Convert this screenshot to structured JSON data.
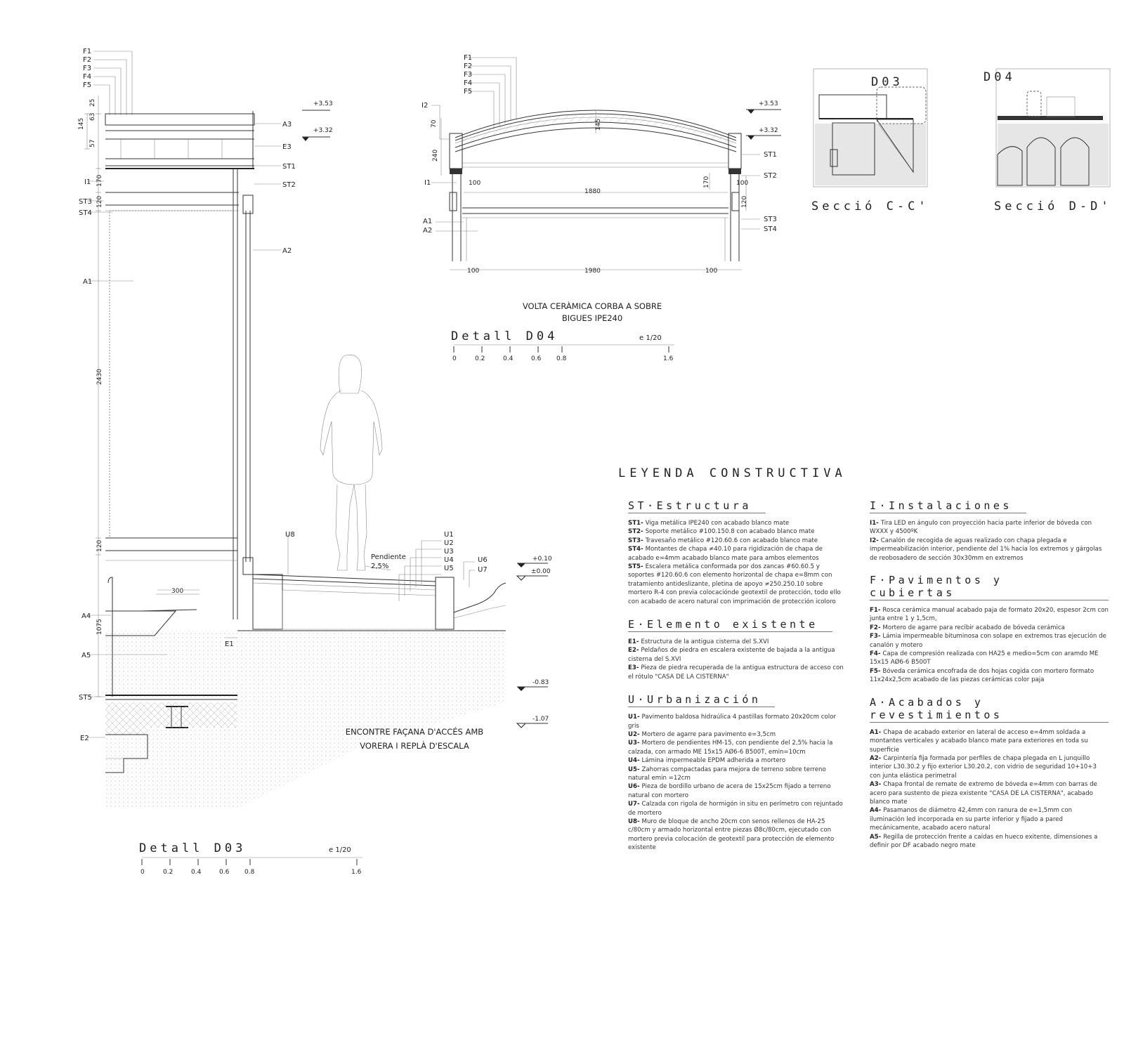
{
  "detail_d04": {
    "title": "Detall D04",
    "scale": "e 1/20",
    "caption_1": "VOLTA CERÀMICA CORBA A SOBRE",
    "caption_2": "BIGUES IPE240",
    "labels_left": [
      "F1",
      "F2",
      "F3",
      "F4",
      "F5"
    ],
    "label_i2": "I2",
    "label_i1": "I1",
    "label_a1": "A1",
    "label_a2": "A2",
    "labels_right": [
      "ST1",
      "ST2",
      "ST3",
      "ST4"
    ],
    "level_top": "+3.53",
    "level_mid": "+3.32",
    "dims": {
      "d70": "70",
      "d240": "240",
      "d145": "145",
      "d100": "100",
      "d1880": "1880",
      "d170": "170",
      "d120": "120",
      "d1980": "1980"
    },
    "scalebar": [
      "0",
      "0.2",
      "0.4",
      "0.6",
      "0.8",
      "1.6"
    ]
  },
  "detail_d03": {
    "title": "Detall D03",
    "scale": "e 1/20",
    "caption_1": "ENCONTRE FAÇANA D'ACCÉS AMB",
    "caption_2": "VORERA I REPLÀ D'ESCALA",
    "labels_top": [
      "F1",
      "F2",
      "F3",
      "F4",
      "F5"
    ],
    "dims_left": {
      "d25": "25",
      "d63": "63",
      "d145": "145",
      "d57": "57",
      "d170": "170",
      "d120a": "120",
      "d2430": "2430",
      "d120b": "120",
      "d1075": "1075",
      "d300": "300"
    },
    "labels_left": {
      "i1": "I1",
      "st3": "ST3",
      "st4": "ST4",
      "a1": "A1",
      "a4": "A4",
      "a5": "A5",
      "st5": "ST5",
      "e2": "E2"
    },
    "labels_right": {
      "a3": "A3",
      "e3": "E3",
      "st1": "ST1",
      "st2": "ST2",
      "a2": "A2",
      "u8": "U8",
      "e1": "E1"
    },
    "labels_u": [
      "U1",
      "U2",
      "U3",
      "U4",
      "U5"
    ],
    "label_u6": "U6",
    "label_u7": "U7",
    "slope_1": "Pendiente",
    "slope_2": "2,5%",
    "levels": {
      "top": "+3.53",
      "mid": "+3.32",
      "p010": "+0.10",
      "p000": "±0.00",
      "m083": "-0.83",
      "m107": "-1.07"
    },
    "scalebar": [
      "0",
      "0.2",
      "0.4",
      "0.6",
      "0.8",
      "1.6"
    ]
  },
  "section_c": {
    "tag": "D03",
    "title": "Secció C-C'"
  },
  "section_d": {
    "tag": "D04",
    "title": "Secció D-D'"
  },
  "legend": {
    "title": "LEYENDA CONSTRUCTIVA",
    "left": [
      {
        "name": "ST·Estructura",
        "items": [
          {
            "code": "ST1-",
            "text": "Viga metálica IPE240 con acabado blanco mate"
          },
          {
            "code": "ST2-",
            "text": "Soporte metálico #100.150.8 con acabado blanco mate"
          },
          {
            "code": "ST3-",
            "text": "Travesaño metálico #120.60.6 con acabado blanco mate"
          },
          {
            "code": "ST4-",
            "text": "Montantes de chapa ≠40.10 para rigidización de chapa de acabado e=4mm acabado blanco mate para ambos elementos"
          },
          {
            "code": "ST5-",
            "text": "Escalera metálica conformada por dos zancas #60.60.5 y soportes #120.60.6 con elemento horizontal de chapa e=8mm con tratamiento antideslizante, pletina de apoyo ≠250.250.10 sobre mortero R-4 con previa colocaciónde geotextil de protección, todo ello con acabado de acero natural con imprimación de protección icoloro"
          }
        ]
      },
      {
        "name": "E·Elemento existente",
        "items": [
          {
            "code": "E1-",
            "text": "Estructura de la antigua cisterna del S.XVI"
          },
          {
            "code": "E2-",
            "text": "Peldaños de piedra en escalera existente de bajada a la antigua cisterna del S.XVI"
          },
          {
            "code": "E3-",
            "text": "Pieza de piedra recuperada de la antigua estructura de acceso con el rótulo \"CASA DE LA CISTERNA\""
          }
        ]
      },
      {
        "name": "U·Urbanización",
        "items": [
          {
            "code": "U1-",
            "text": "Pavimento baldosa hidraúlica 4 pastillas formato 20x20cm color gris"
          },
          {
            "code": "U2-",
            "text": "Mortero de agarre para pavimento e=3,5cm"
          },
          {
            "code": "U3-",
            "text": "Mortero de pendientes HM-15, con pendiente del 2,5% hacia la calzada, con armado ME 15x15 AØ6-6 B500T, emin=10cm"
          },
          {
            "code": "U4-",
            "text": "Lámina impermeable EPDM adherida a mortero"
          },
          {
            "code": "U5-",
            "text": "Zahorras compactadas para mejora de terreno sobre terreno natural emin =12cm"
          },
          {
            "code": "U6-",
            "text": "Pieza de bordillo urbano de acera de 15x25cm fijado a terreno natural con mortero"
          },
          {
            "code": "U7-",
            "text": "Calzada con rigola de hormigón in situ en perímetro con rejuntado de mortero"
          },
          {
            "code": "U8-",
            "text": "Muro de bloque de ancho 20cm con senos rellenos de HA-25 c/80cm y armado horizontal entre piezas Ø8c/80cm, ejecutado con mortero previa colocación de geotextil para protección de elemento existente"
          }
        ]
      }
    ],
    "right": [
      {
        "name": "I·Instalaciones",
        "items": [
          {
            "code": "I1-",
            "text": "Tira LED en ángulo con proyección hacia parte inferior de bóveda con WXXX y 4500ºK"
          },
          {
            "code": "I2-",
            "text": "Canalón de recogida de aguas realizado con chapa plegada e impermeabilización interior, pendiente del 1% hacia los extremos y gárgolas de reobosadero de sección 30x30mm en extremos"
          }
        ]
      },
      {
        "name": "F·Pavimentos y cubiertas",
        "items": [
          {
            "code": "F1-",
            "text": "Rosca cerámica manual acabado paja de formato 20x20, espesor 2cm con junta entre 1 y 1,5cm,"
          },
          {
            "code": "F2-",
            "text": "Mortero de agarre para recibir acabado de bóveda cerámica"
          },
          {
            "code": "F3-",
            "text": "Lámia impermeable bituminosa con solape en extremos tras ejecución de canalón y motero"
          },
          {
            "code": "F4-",
            "text": "Capa de compresión realizada con HA25 e medio=5cm con aramdo ME 15x15 AØ6-6 B500T"
          },
          {
            "code": "F5-",
            "text": "Bóveda cerámica encofrada de dos hojas cogida con mortero formato 11x24x2,5cm acabado de las piezas cerámicas color paja"
          }
        ]
      },
      {
        "name": "A·Acabados y revestimientos",
        "items": [
          {
            "code": "A1-",
            "text": "Chapa de acabado exterior en lateral de acceso e=4mm soldada a montantes verticales y acabado blanco mate para exteriores en toda su superficie"
          },
          {
            "code": "A2-",
            "text": "Carpintería fija formada por perfiles de chapa plegada en L junquillo interior L30.30.2 y fijo exterior L30.20.2, con vidrio de seguridad 10+10+3 con junta elástica perimetral"
          },
          {
            "code": "A3-",
            "text": "Chapa frontal de remate de extremo de bóveda e=4mm con barras de acero para sustento de pieza existente \"CASA DE LA CISTERNA\", acabado blanco mate"
          },
          {
            "code": "A4-",
            "text": "Pasamanos de diámetro 42,4mm con ranura de e=1,5mm con iluminación led incorporada en su parte inferior y fijado a pared mecánicamente, acabado acero natural"
          },
          {
            "code": "A5-",
            "text": "Regilla de protección frente a caídas en hueco exitente, dimensiones a definir por DF acabado negro mate"
          }
        ]
      }
    ]
  }
}
